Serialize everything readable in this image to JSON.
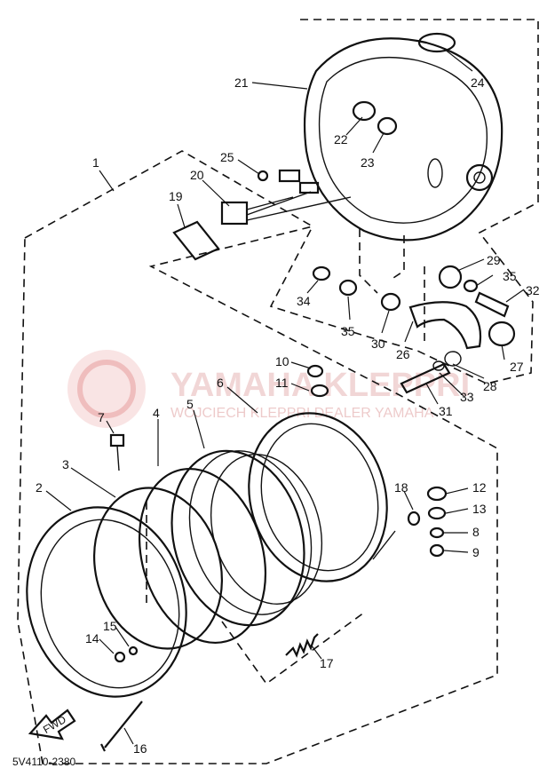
{
  "diagram": {
    "code": "5V4110-2380",
    "fwd_label": "FWD",
    "watermark": {
      "title": "YAMAHA KLEPPRI",
      "subtitle": "WOJCIECH KLEPPRI DEALER YAMAHA"
    },
    "labels": [
      {
        "id": "p1",
        "text": "1"
      },
      {
        "id": "p2",
        "text": "2"
      },
      {
        "id": "p3",
        "text": "3"
      },
      {
        "id": "p4",
        "text": "4"
      },
      {
        "id": "p5",
        "text": "5"
      },
      {
        "id": "p6",
        "text": "6"
      },
      {
        "id": "p7",
        "text": "7"
      },
      {
        "id": "p8",
        "text": "8"
      },
      {
        "id": "p9",
        "text": "9"
      },
      {
        "id": "p10",
        "text": "10"
      },
      {
        "id": "p11",
        "text": "11"
      },
      {
        "id": "p12",
        "text": "12"
      },
      {
        "id": "p13",
        "text": "13"
      },
      {
        "id": "p14",
        "text": "14"
      },
      {
        "id": "p15",
        "text": "15"
      },
      {
        "id": "p16",
        "text": "16"
      },
      {
        "id": "p17",
        "text": "17"
      },
      {
        "id": "p18",
        "text": "18"
      },
      {
        "id": "p19",
        "text": "19"
      },
      {
        "id": "p20",
        "text": "20"
      },
      {
        "id": "p21",
        "text": "21"
      },
      {
        "id": "p22",
        "text": "22"
      },
      {
        "id": "p23",
        "text": "23"
      },
      {
        "id": "p24",
        "text": "24"
      },
      {
        "id": "p25",
        "text": "25"
      },
      {
        "id": "p26",
        "text": "26"
      },
      {
        "id": "p27",
        "text": "27"
      },
      {
        "id": "p28",
        "text": "28"
      },
      {
        "id": "p29",
        "text": "29"
      },
      {
        "id": "p30",
        "text": "30"
      },
      {
        "id": "p31",
        "text": "31"
      },
      {
        "id": "p32",
        "text": "32"
      },
      {
        "id": "p33",
        "text": "33"
      },
      {
        "id": "p34",
        "text": "34"
      },
      {
        "id": "p35a",
        "text": "35"
      },
      {
        "id": "p35b",
        "text": "35"
      }
    ]
  }
}
